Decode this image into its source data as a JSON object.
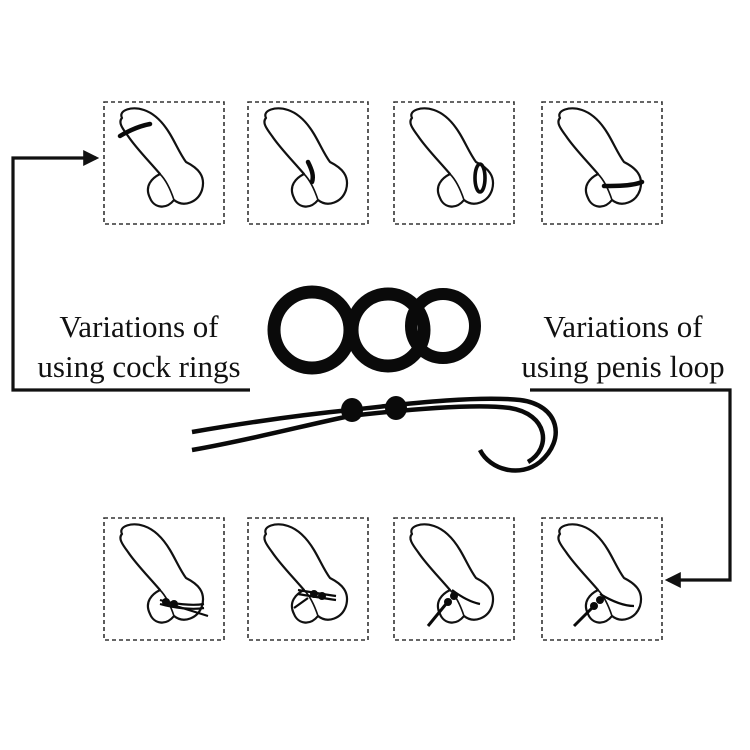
{
  "labels": {
    "rings": {
      "line1": "Variations of",
      "line2": "using cock rings"
    },
    "loop": {
      "line1": "Variations of",
      "line2": "using penis loop"
    }
  },
  "panels": {
    "top_row": [
      "ring-at-tip",
      "ring-at-shaft-base",
      "ring-at-shaft-side",
      "ring-around-base-and-testicles"
    ],
    "bottom_row": [
      "loop-around-testicles",
      "loop-around-base",
      "loop-tightened-base",
      "loop-tightened-testicles"
    ]
  },
  "products": [
    "triple-cock-rings",
    "adjustable-penis-loop"
  ],
  "colors": {
    "line": "#111111",
    "panel_border": "#333333",
    "product": "#0a0a0a",
    "background": "#ffffff"
  }
}
